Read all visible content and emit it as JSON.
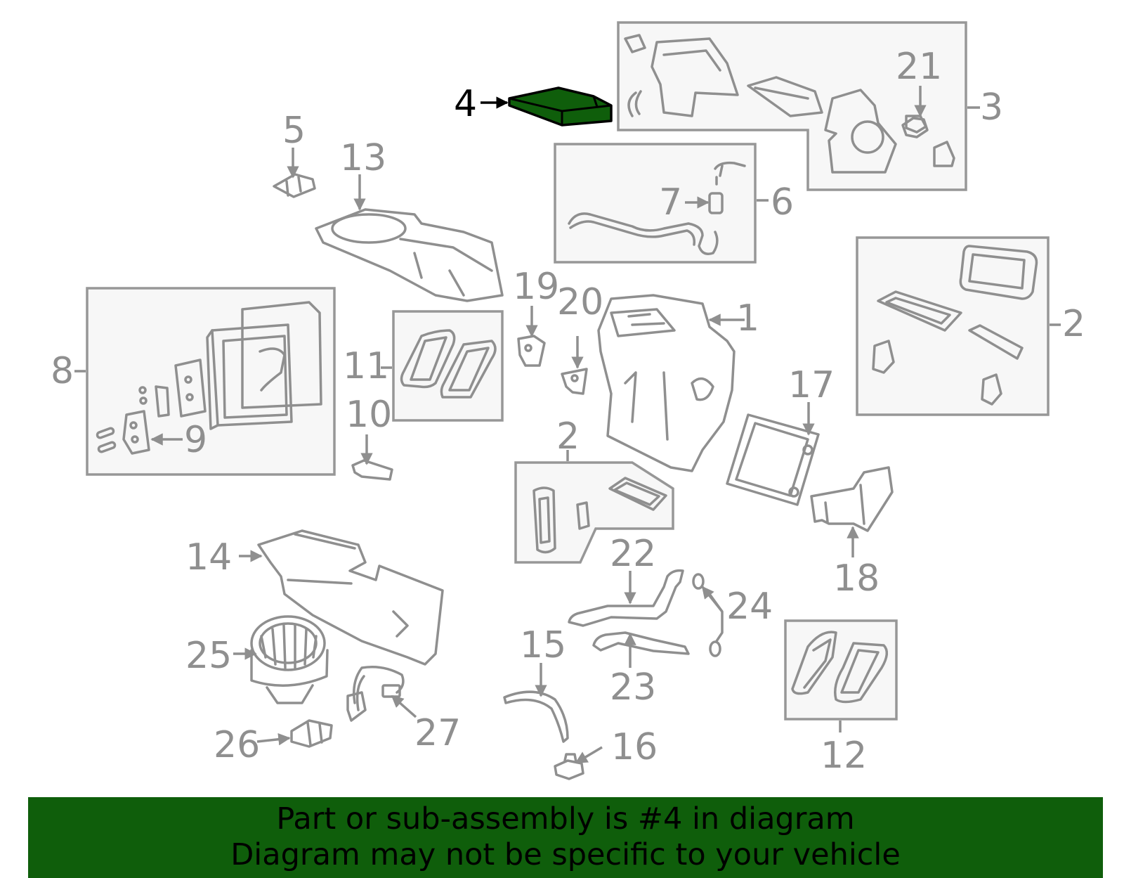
{
  "highlight_color": "#0f5e0b",
  "diagram_gray": "#8f8f8f",
  "callouts": {
    "c1": "1",
    "c2a": "2",
    "c2b": "2",
    "c3": "3",
    "c4": "4",
    "c5": "5",
    "c6": "6",
    "c7": "7",
    "c8": "8",
    "c9": "9",
    "c10": "10",
    "c11": "11",
    "c12": "12",
    "c13": "13",
    "c14": "14",
    "c15": "15",
    "c16": "16",
    "c17": "17",
    "c18": "18",
    "c19": "19",
    "c20": "20",
    "c21": "21",
    "c22": "22",
    "c23": "23",
    "c24": "24",
    "c25": "25",
    "c26": "26",
    "c27": "27"
  },
  "banner": {
    "line1": "Part or sub-assembly is #4 in diagram",
    "line2": "Diagram may not be specific to your vehicle"
  }
}
